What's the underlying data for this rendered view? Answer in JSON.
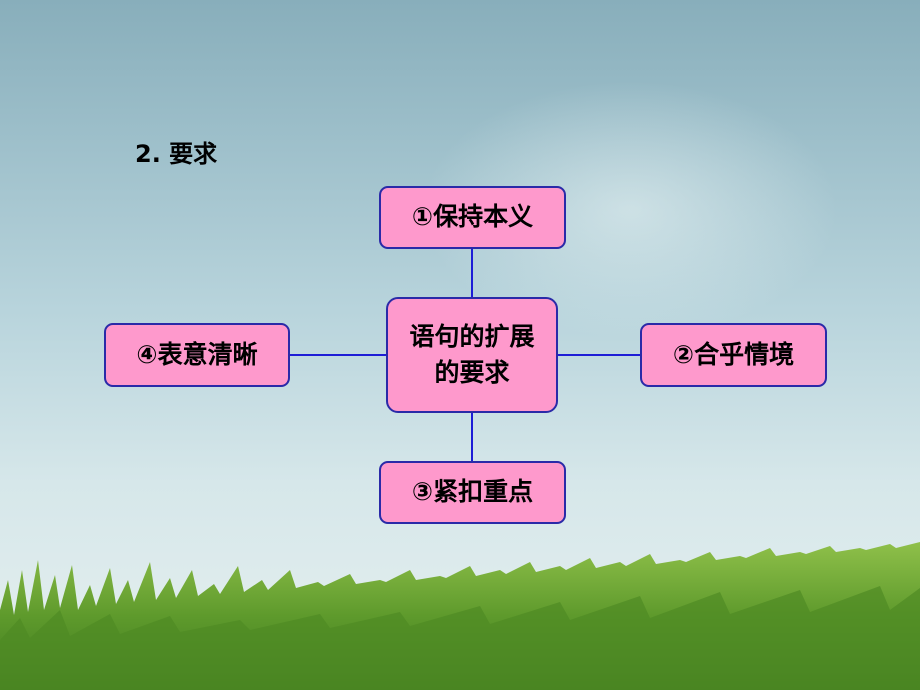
{
  "heading": "2. 要求",
  "center_node": {
    "line1": "语句的扩展",
    "line2": "的要求"
  },
  "nodes": {
    "top": "①保持本义",
    "right": "②合乎情境",
    "bottom": "③紧扣重点",
    "left": "④表意清晰"
  },
  "colors": {
    "node_fill": "#fe99cc",
    "node_border": "#2a2aa8",
    "connector": "#1d1dd6",
    "sky": "#9dbfca",
    "grass": "#5a9a2a"
  }
}
